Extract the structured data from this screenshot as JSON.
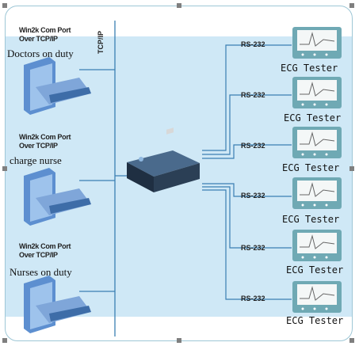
{
  "computers": [
    {
      "label_line1": "Win2k Com Port",
      "label_line2": "Over TCP/IP",
      "role": "Doctors on duty"
    },
    {
      "label_line1": "Win2k Com Port",
      "label_line2": "Over TCP/IP",
      "role": "charge nurse"
    },
    {
      "label_line1": "Win2k Com Port",
      "label_line2": "Over TCP/IP",
      "role": "Nurses on duty"
    }
  ],
  "network_label": "TCP/IP",
  "serial_label": "RS-232",
  "devices": [
    {
      "label": "ECG Tester"
    },
    {
      "label": "ECG Tester"
    },
    {
      "label": "ECG Tester"
    },
    {
      "label": "ECG Tester"
    },
    {
      "label": "ECG Tester"
    },
    {
      "label": "ECG Tester"
    }
  ],
  "colors": {
    "band": "#cfe8f6",
    "line": "#3a7fb2",
    "computer": "#5d8fd0",
    "monitor_frame": "#6fa9b4",
    "server": "#2b3f55"
  }
}
